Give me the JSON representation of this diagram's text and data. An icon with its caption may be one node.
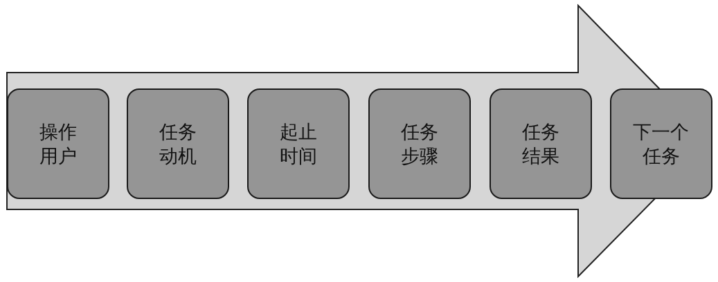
{
  "diagram": {
    "nodes": [
      {
        "text": [
          "操作用户"
        ]
      },
      {
        "text": [
          "任务动机"
        ]
      },
      {
        "text": [
          "起止时间"
        ]
      },
      {
        "text": [
          "任务步骤"
        ]
      },
      {
        "text": [
          "任务结果"
        ]
      },
      {
        "text": [
          "下一个任务"
        ]
      }
    ],
    "edges": [
      {
        "from": 0,
        "to": 5,
        "arrow": "to"
      }
    ]
  }
}
